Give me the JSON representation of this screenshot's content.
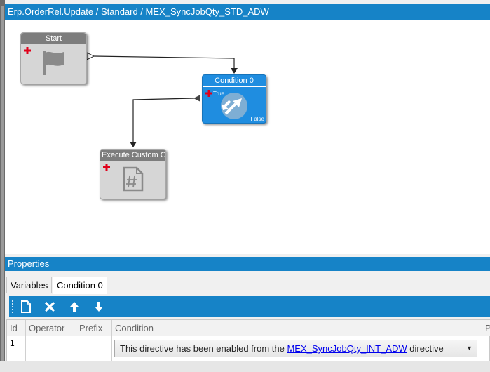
{
  "window": {
    "title": "Erp.OrderRel.Update / Standard / MEX_SyncJobQty_STD_ADW"
  },
  "canvas": {
    "nodes": {
      "start": {
        "title": "Start",
        "icon": "flag-icon"
      },
      "condition": {
        "title": "Condition 0",
        "icon": "condition-arrows-icon",
        "true_label": "True",
        "false_label": "False"
      },
      "execute": {
        "title": "Execute Custom Co",
        "icon": "csharp-document-icon"
      }
    }
  },
  "properties": {
    "title": "Properties",
    "tabs": [
      {
        "label": "Variables",
        "active": false
      },
      {
        "label": "Condition 0",
        "active": true
      }
    ],
    "toolbar": {
      "icons": [
        "new-document-icon",
        "delete-icon",
        "move-up-icon",
        "move-down-icon"
      ]
    },
    "grid": {
      "columns": [
        "Id",
        "Operator",
        "Prefix",
        "Condition",
        "P"
      ],
      "rows": [
        {
          "id": "1",
          "operator": "",
          "prefix": "",
          "condition_text_before": "This directive has been enabled from the ",
          "condition_link": "MEX_SyncJobQty_INT_ADW",
          "condition_text_after": " directive"
        }
      ]
    }
  },
  "colors": {
    "accent": "#1683c7",
    "node_blue": "#1f8de0",
    "node_gray": "#d6d6d6",
    "cross_red": "#e0001a"
  }
}
